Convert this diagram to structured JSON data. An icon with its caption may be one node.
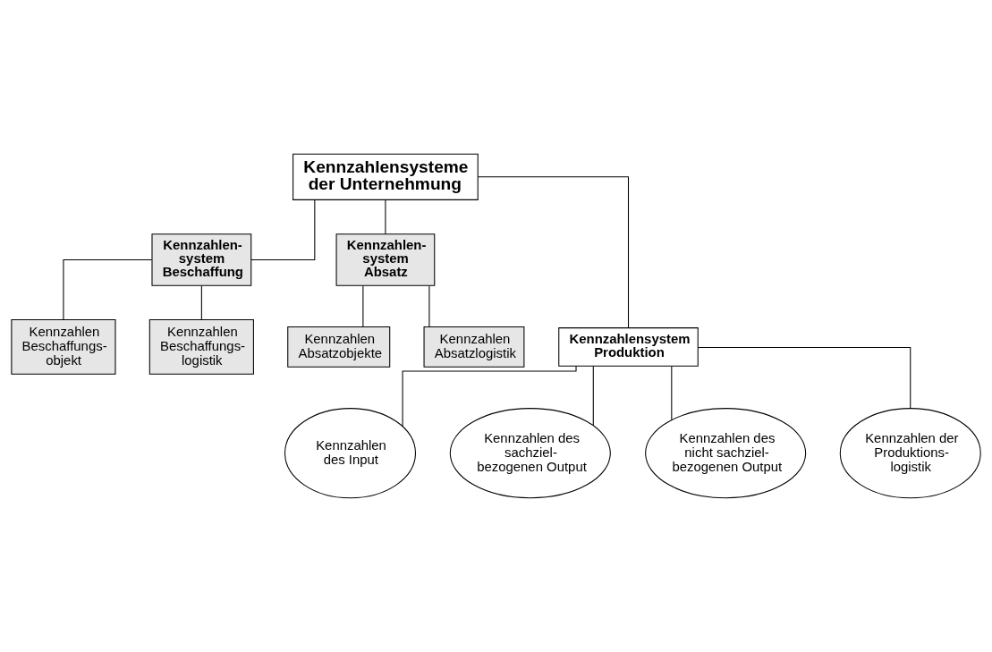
{
  "diagram": {
    "nodes": [
      {
        "text": [
          "Kennzahlensysteme der Unternehmung"
        ]
      },
      {
        "text": [
          "Kennzahlen- system Beschaffung"
        ]
      },
      {
        "text": [
          "Kennzahlen- system Absatz"
        ]
      },
      {
        "text": [
          "Kennzahlen Beschaffungs- objekt"
        ]
      },
      {
        "text": [
          "Kennzahlen Beschaffungs- logistik"
        ]
      },
      {
        "text": [
          "Kennzahlen Absatzobjekte"
        ]
      },
      {
        "text": [
          "Kennzahlen Absatzlogistik"
        ]
      },
      {
        "text": [
          "Kennzahlensystem Produktion"
        ]
      },
      {
        "text": [
          "Kennzahlen des Input"
        ]
      },
      {
        "text": [
          "Kennzahlen des sachziel- bezogenen Output"
        ]
      },
      {
        "text": [
          "Kennzahlen des nicht sachziel- bezogenen Output"
        ]
      },
      {
        "text": [
          "Kennzahlen der Produktions- logistik"
        ]
      }
    ],
    "edges": [
      {
        "from": 0,
        "to": 1,
        "arrow": "none"
      },
      {
        "from": 0,
        "to": 7,
        "arrow": "none"
      },
      {
        "from": 0,
        "to": 2,
        "arrow": "none"
      },
      {
        "from": 1,
        "to": 3,
        "arrow": "none"
      },
      {
        "from": 1,
        "to": 4,
        "arrow": "none"
      },
      {
        "from": 2,
        "to": 5,
        "arrow": "none"
      },
      {
        "from": 2,
        "to": 6,
        "arrow": "none"
      },
      {
        "from": 7,
        "to": 8,
        "arrow": "none"
      },
      {
        "from": 7,
        "to": 9,
        "arrow": "none"
      },
      {
        "from": 7,
        "to": 10,
        "arrow": "none"
      },
      {
        "from": 7,
        "to": 11,
        "arrow": "none"
      }
    ]
  }
}
